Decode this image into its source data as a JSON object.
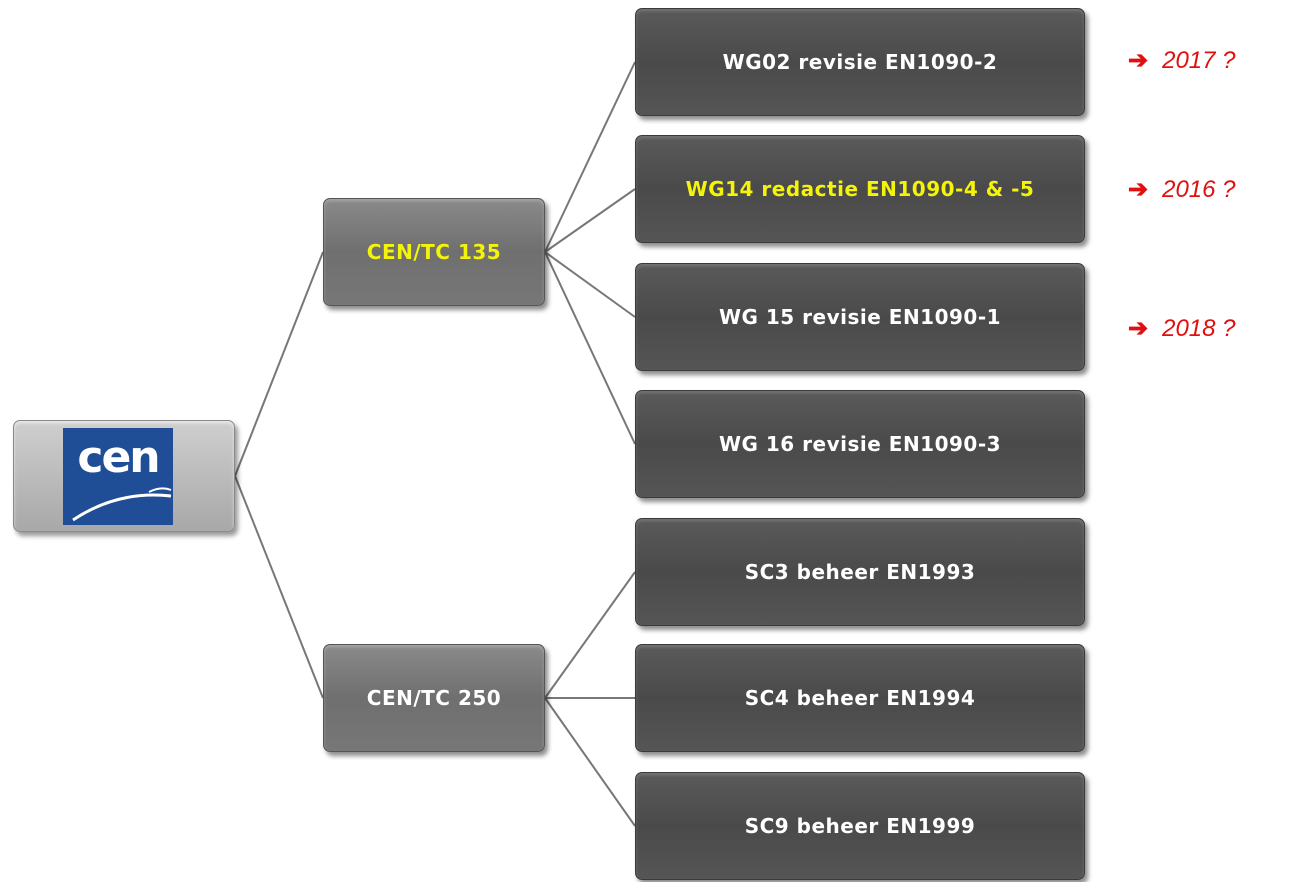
{
  "root": {
    "logo_text": "cen"
  },
  "committees": [
    {
      "label": "CEN/TC 135"
    },
    {
      "label": "CEN/TC 250"
    }
  ],
  "working_groups": [
    {
      "label": "WG02 revisie EN1090-2"
    },
    {
      "label": "WG14 redactie EN1090-4 & -5"
    },
    {
      "label": "WG 15 revisie EN1090-1"
    },
    {
      "label": "WG 16 revisie EN1090-3"
    },
    {
      "label": "SC3 beheer EN1993"
    },
    {
      "label": "SC4 beheer EN1994"
    },
    {
      "label": "SC9 beheer EN1999"
    }
  ],
  "deadlines": [
    {
      "arrow": "➔",
      "text": "2017 ?"
    },
    {
      "arrow": "➔",
      "text": "2016 ?"
    },
    {
      "arrow": "➔",
      "text": "2018 ?"
    }
  ],
  "colors": {
    "highlight": "#f4f40a",
    "deadline": "#e01010",
    "logo_blue": "#1f4e97"
  }
}
